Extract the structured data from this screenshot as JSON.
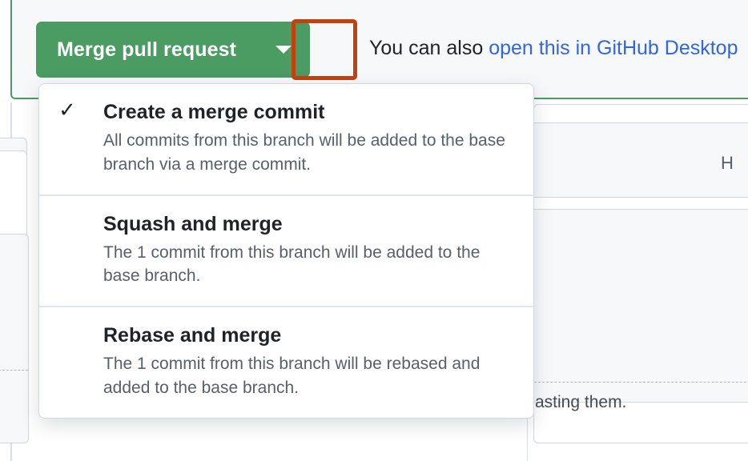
{
  "merge_button": {
    "label": "Merge pull request",
    "caret_icon": "chevron-down-icon",
    "color": "#4a9c63",
    "highlight_color": "#c0420f"
  },
  "helper": {
    "prefix": "You can also ",
    "link_label": "open this in GitHub Desktop",
    "link_color": "#3366dd"
  },
  "dropdown": {
    "items": [
      {
        "title": "Create a merge commit",
        "description": "All commits from this branch will be added to the base branch via a merge commit.",
        "selected": true,
        "check_icon": "checkmark-icon"
      },
      {
        "title": "Squash and merge",
        "description": "The 1 commit from this branch will be added to the base branch.",
        "selected": false,
        "check_icon": ""
      },
      {
        "title": "Rebase and merge",
        "description": "The 1 commit from this branch will be rebased and added to the base branch.",
        "selected": false,
        "check_icon": ""
      }
    ]
  },
  "background": {
    "right_panel_partial_heading": "H",
    "right_panel_partial_text": "asting them."
  }
}
